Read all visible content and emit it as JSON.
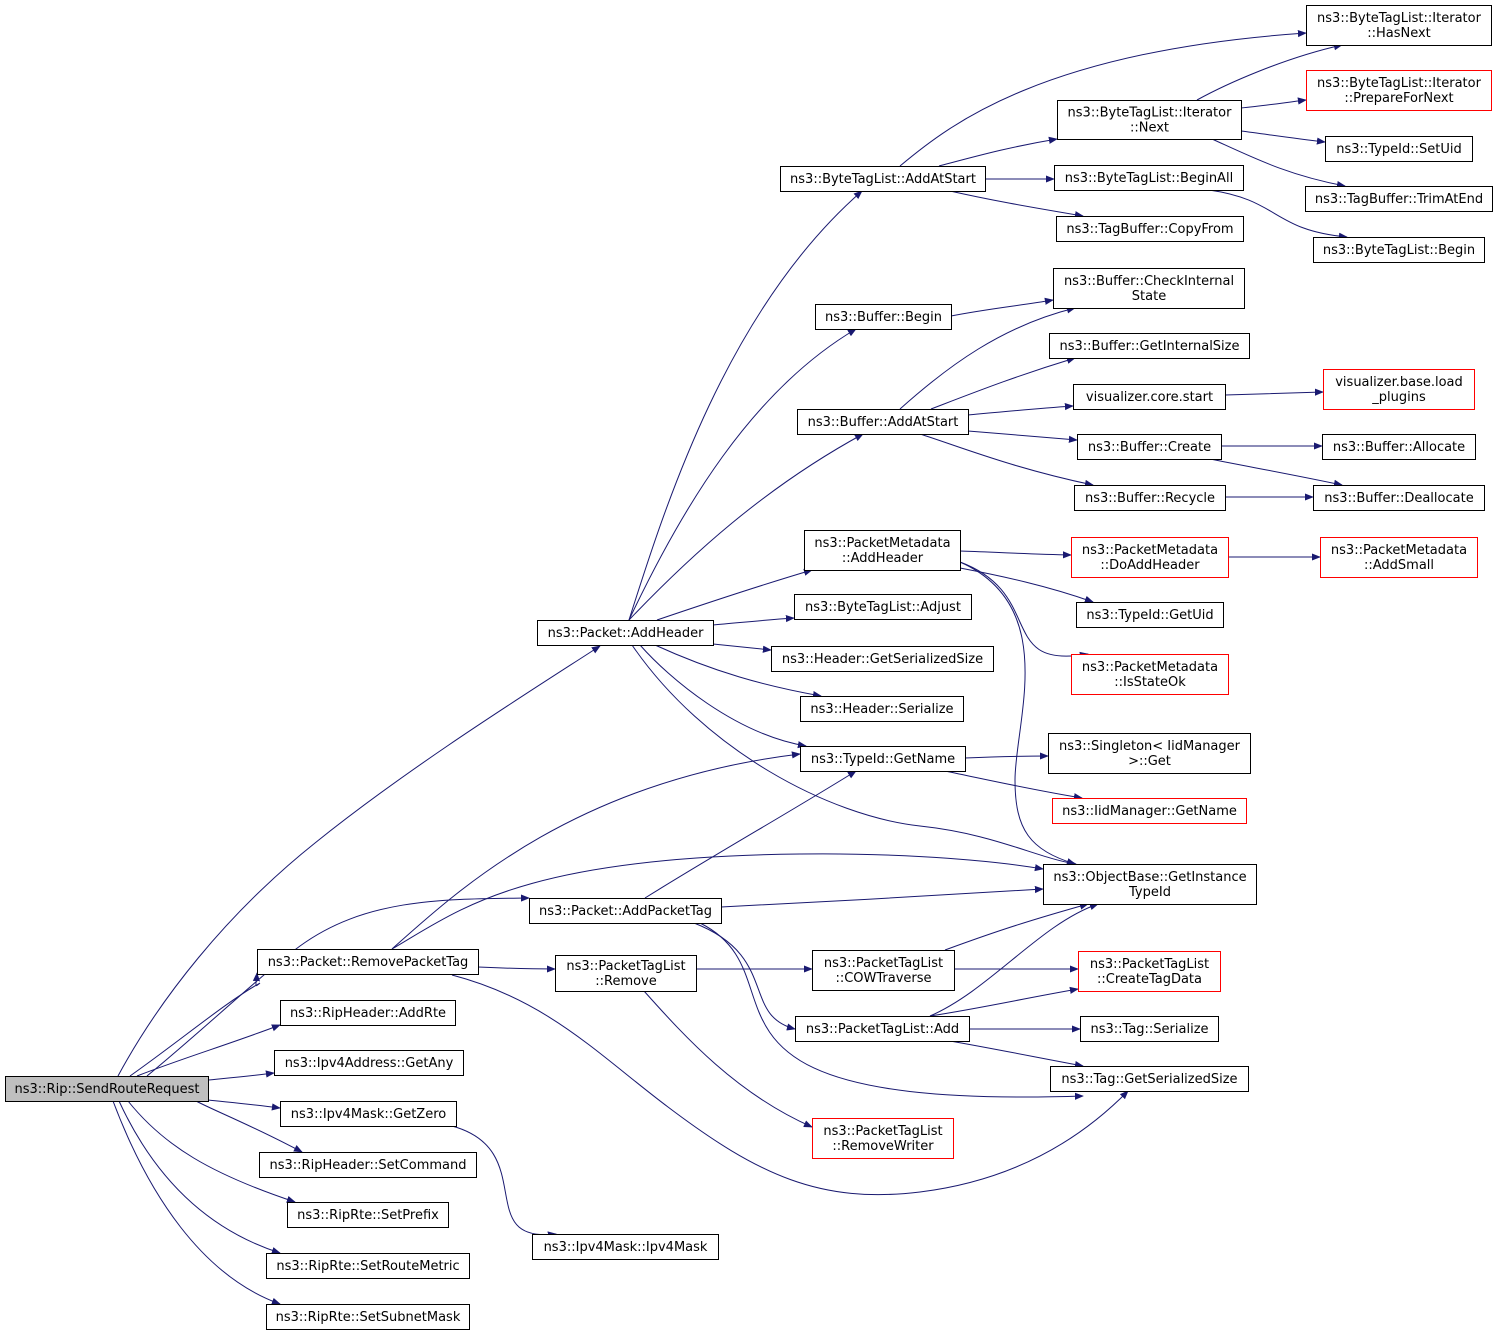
{
  "colors": {
    "edge": "#191970",
    "root_fill": "#bfbfbf",
    "node_border": "#000000",
    "truncated_border": "#ff0000"
  },
  "nodes": {
    "root": {
      "lines": [
        "ns3::Rip::SendRouteRequest"
      ],
      "highlight": true
    },
    "addHeader": {
      "lines": [
        "ns3::Packet::AddHeader"
      ]
    },
    "addPacketTag": {
      "lines": [
        "ns3::Packet::AddPacketTag"
      ]
    },
    "removePacketTag": {
      "lines": [
        "ns3::Packet::RemovePacketTag"
      ]
    },
    "ripHeaderAddRte": {
      "lines": [
        "ns3::RipHeader::AddRte"
      ]
    },
    "ipv4GetAny": {
      "lines": [
        "ns3::Ipv4Address::GetAny"
      ]
    },
    "ipv4MaskGetZero": {
      "lines": [
        "ns3::Ipv4Mask::GetZero"
      ]
    },
    "ripHeaderSetCommand": {
      "lines": [
        "ns3::RipHeader::SetCommand"
      ]
    },
    "ripRteSetPrefix": {
      "lines": [
        "ns3::RipRte::SetPrefix"
      ]
    },
    "ripRteSetRouteMetric": {
      "lines": [
        "ns3::RipRte::SetRouteMetric"
      ]
    },
    "ripRteSetSubnetMask": {
      "lines": [
        "ns3::RipRte::SetSubnetMask"
      ]
    },
    "ipv4MaskCtor": {
      "lines": [
        "ns3::Ipv4Mask::Ipv4Mask"
      ]
    },
    "pktTagListRemove": {
      "lines": [
        "ns3::PacketTagList",
        "::Remove"
      ]
    },
    "byteTagListAddAtStart": {
      "lines": [
        "ns3::ByteTagList::AddAtStart"
      ]
    },
    "bufferBegin": {
      "lines": [
        "ns3::Buffer::Begin"
      ]
    },
    "bufferAddAtStart": {
      "lines": [
        "ns3::Buffer::AddAtStart"
      ]
    },
    "pktMetaAddHeader": {
      "lines": [
        "ns3::PacketMetadata",
        "::AddHeader"
      ]
    },
    "byteTagListAdjust": {
      "lines": [
        "ns3::ByteTagList::Adjust"
      ]
    },
    "headerGetSerializedSize": {
      "lines": [
        "ns3::Header::GetSerializedSize"
      ]
    },
    "headerSerialize": {
      "lines": [
        "ns3::Header::Serialize"
      ]
    },
    "typeIdGetName": {
      "lines": [
        "ns3::TypeId::GetName"
      ]
    },
    "cowTraverse": {
      "lines": [
        "ns3::PacketTagList",
        "::COWTraverse"
      ]
    },
    "pktTagListAdd": {
      "lines": [
        "ns3::PacketTagList::Add"
      ]
    },
    "removeWriter": {
      "lines": [
        "ns3::PacketTagList",
        "::RemoveWriter"
      ],
      "truncated": true
    },
    "btlIterNext": {
      "lines": [
        "ns3::ByteTagList::Iterator",
        "::Next"
      ]
    },
    "btlBeginAll": {
      "lines": [
        "ns3::ByteTagList::BeginAll"
      ]
    },
    "tagBufferCopyFrom": {
      "lines": [
        "ns3::TagBuffer::CopyFrom"
      ]
    },
    "bufferCheckInternal": {
      "lines": [
        "ns3::Buffer::CheckInternal",
        "State"
      ]
    },
    "bufferGetInternalSize": {
      "lines": [
        "ns3::Buffer::GetInternalSize"
      ]
    },
    "vizCoreStart": {
      "lines": [
        "visualizer.core.start"
      ]
    },
    "bufferCreate": {
      "lines": [
        "ns3::Buffer::Create"
      ]
    },
    "bufferRecycle": {
      "lines": [
        "ns3::Buffer::Recycle"
      ]
    },
    "pktMetaDoAddHeader": {
      "lines": [
        "ns3::PacketMetadata",
        "::DoAddHeader"
      ],
      "truncated": true
    },
    "typeIdGetUid": {
      "lines": [
        "ns3::TypeId::GetUid"
      ]
    },
    "pktMetaIsStateOk": {
      "lines": [
        "ns3::PacketMetadata",
        "::IsStateOk"
      ],
      "truncated": true
    },
    "singletonGet": {
      "lines": [
        "ns3::Singleton< IidManager",
        ">::Get"
      ]
    },
    "iidManagerGetName": {
      "lines": [
        "ns3::IidManager::GetName"
      ],
      "truncated": true
    },
    "objBaseGetInstance": {
      "lines": [
        "ns3::ObjectBase::GetInstance",
        "TypeId"
      ]
    },
    "createTagData": {
      "lines": [
        "ns3::PacketTagList",
        "::CreateTagData"
      ],
      "truncated": true
    },
    "tagSerialize": {
      "lines": [
        "ns3::Tag::Serialize"
      ]
    },
    "tagGetSerializedSize": {
      "lines": [
        "ns3::Tag::GetSerializedSize"
      ]
    },
    "btlIterHasNext": {
      "lines": [
        "ns3::ByteTagList::Iterator",
        "::HasNext"
      ]
    },
    "btlIterPrepare": {
      "lines": [
        "ns3::ByteTagList::Iterator",
        "::PrepareForNext"
      ],
      "truncated": true
    },
    "typeIdSetUid": {
      "lines": [
        "ns3::TypeId::SetUid"
      ]
    },
    "tagBufferTrimAtEnd": {
      "lines": [
        "ns3::TagBuffer::TrimAtEnd"
      ]
    },
    "btlBegin": {
      "lines": [
        "ns3::ByteTagList::Begin"
      ]
    },
    "vizLoadPlugins": {
      "lines": [
        "visualizer.base.load",
        "_plugins"
      ],
      "truncated": true
    },
    "bufferAllocate": {
      "lines": [
        "ns3::Buffer::Allocate"
      ]
    },
    "bufferDeallocate": {
      "lines": [
        "ns3::Buffer::Deallocate"
      ]
    },
    "pktMetaAddSmall": {
      "lines": [
        "ns3::PacketMetadata",
        "::AddSmall"
      ],
      "truncated": true
    }
  }
}
